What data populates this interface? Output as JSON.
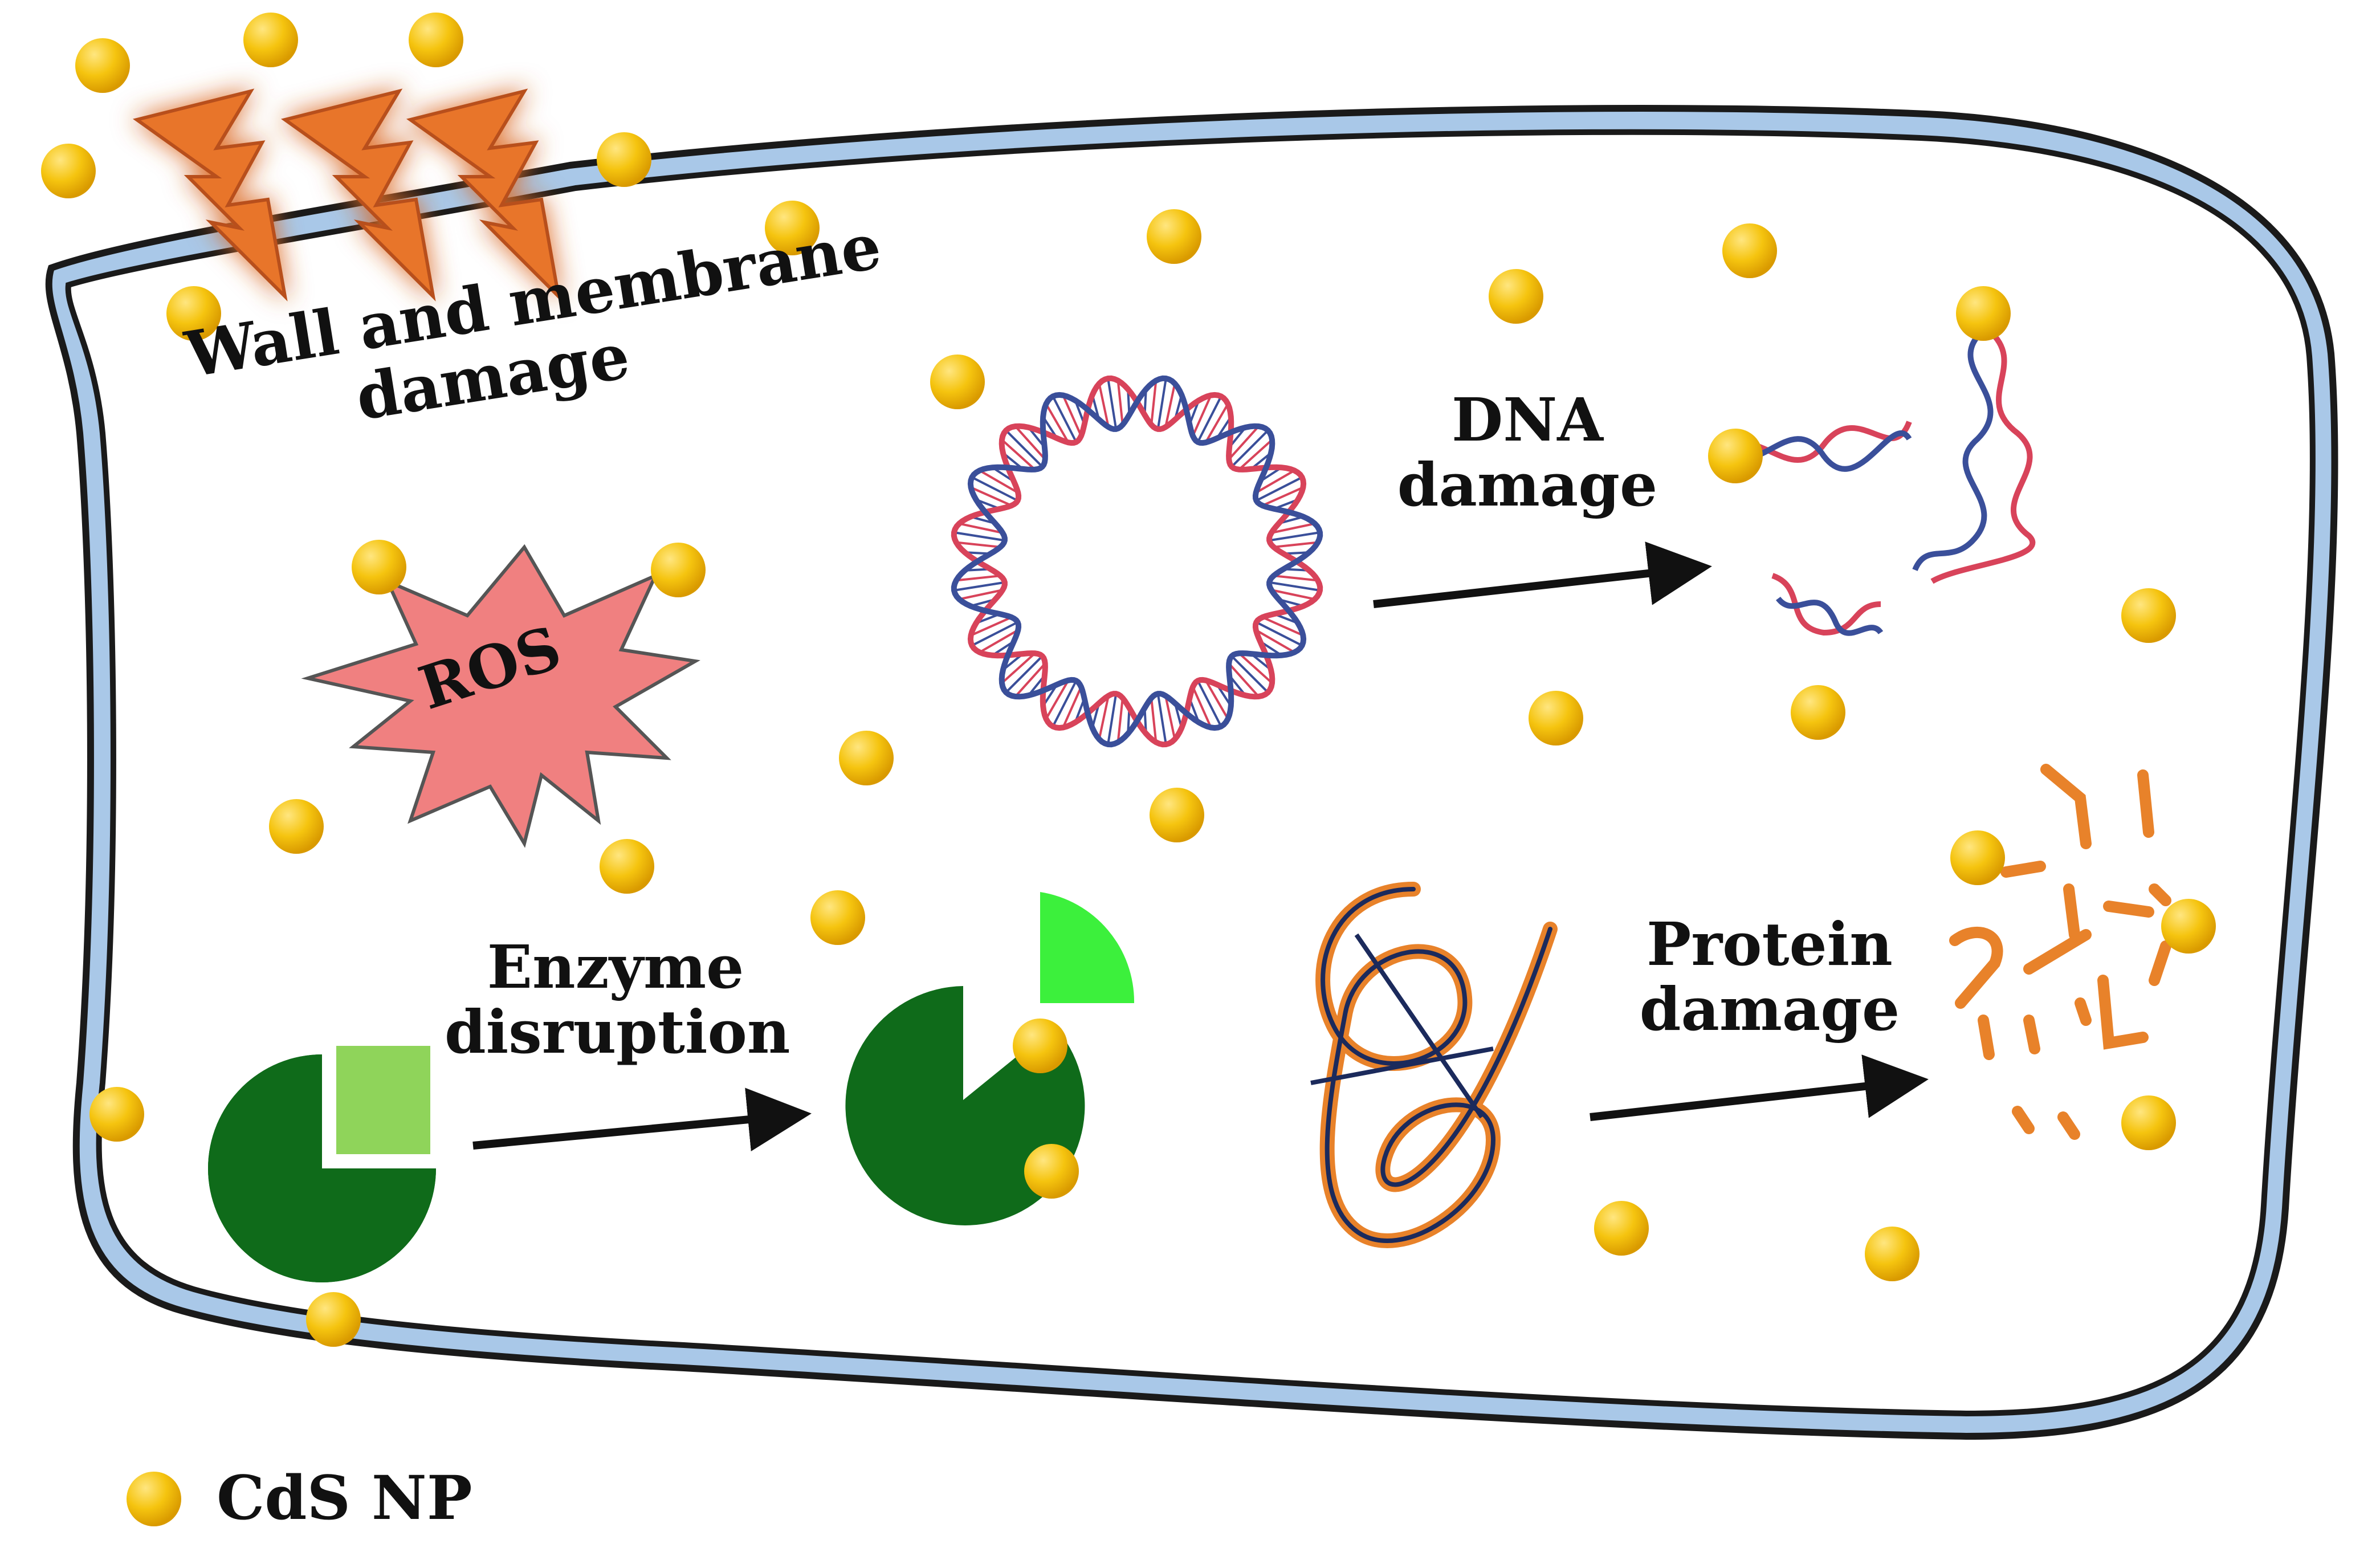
{
  "labels": {
    "wall": [
      "Wall and membrane",
      "damage"
    ],
    "dna": [
      "DNA",
      "damage"
    ],
    "enzyme": [
      "Enzyme",
      "disruption"
    ],
    "protein": [
      "Protein",
      "damage"
    ],
    "ros": "ROS",
    "legend": "CdS NP"
  },
  "colors": {
    "nanoparticle": "#f5c40f",
    "membrane_outer": "#1a1a1a",
    "membrane_fill": "#a9c8e8",
    "ros_star": "#f08080",
    "bolt": "#e8742a",
    "enzyme_dark": "#0f6b1a",
    "enzyme_light": "#8fd45a",
    "enzyme_bright": "#3cf03c",
    "dna_red": "#d8435a",
    "dna_blue": "#3a4f9a",
    "protein_orange": "#e8822a",
    "protein_navy": "#1b2a5c",
    "arrow": "#111111"
  }
}
